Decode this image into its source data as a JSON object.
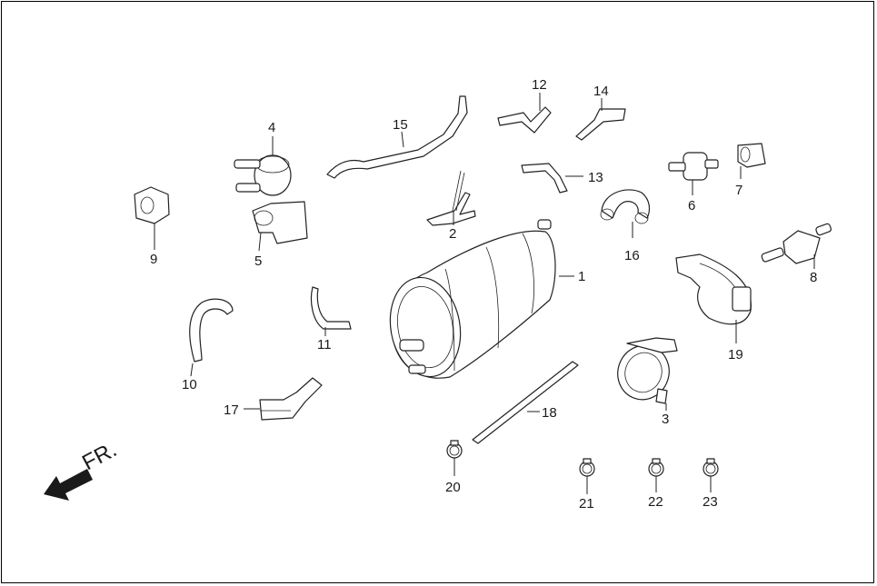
{
  "diagram": {
    "direction_label": "FR.",
    "parts": [
      {
        "id": "1",
        "label": "1",
        "name": "canister"
      },
      {
        "id": "2",
        "label": "2",
        "name": "y-joint"
      },
      {
        "id": "3",
        "label": "3",
        "name": "canister-holder"
      },
      {
        "id": "4",
        "label": "4",
        "name": "valve"
      },
      {
        "id": "5",
        "label": "5",
        "name": "valve-bracket"
      },
      {
        "id": "6",
        "label": "6",
        "name": "filter"
      },
      {
        "id": "7",
        "label": "7",
        "name": "filter-clip"
      },
      {
        "id": "8",
        "label": "8",
        "name": "solenoid-valve"
      },
      {
        "id": "9",
        "label": "9",
        "name": "connector-clip"
      },
      {
        "id": "10",
        "label": "10",
        "name": "hose"
      },
      {
        "id": "11",
        "label": "11",
        "name": "hose"
      },
      {
        "id": "12",
        "label": "12",
        "name": "hose"
      },
      {
        "id": "13",
        "label": "13",
        "name": "hose"
      },
      {
        "id": "14",
        "label": "14",
        "name": "hose"
      },
      {
        "id": "15",
        "label": "15",
        "name": "hose"
      },
      {
        "id": "16",
        "label": "16",
        "name": "u-hose"
      },
      {
        "id": "17",
        "label": "17",
        "name": "hose"
      },
      {
        "id": "18",
        "label": "18",
        "name": "cable-tie"
      },
      {
        "id": "19",
        "label": "19",
        "name": "canister-band"
      },
      {
        "id": "20",
        "label": "20",
        "name": "hose-clamp"
      },
      {
        "id": "21",
        "label": "21",
        "name": "hose-clamp"
      },
      {
        "id": "22",
        "label": "22",
        "name": "hose-clamp"
      },
      {
        "id": "23",
        "label": "23",
        "name": "hose-clamp"
      }
    ]
  }
}
